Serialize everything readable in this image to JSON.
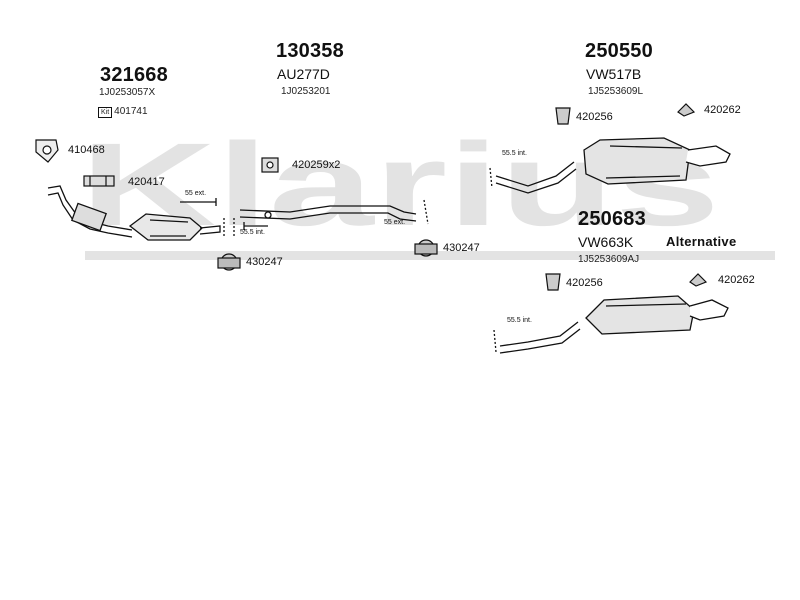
{
  "watermark": {
    "text": "Klarius",
    "color": "#e3e3e3"
  },
  "parts": {
    "front": {
      "number": "321668",
      "oe": "1J0253057X",
      "kit_badge": "Kit",
      "kit_number": "401741"
    },
    "middle": {
      "number": "130358",
      "ref": "AU277D",
      "oe": "1J0253201"
    },
    "rear": {
      "number": "250550",
      "ref": "VW517B",
      "oe": "1J5253609L"
    },
    "rear_alt": {
      "number": "250683",
      "ref": "VW663K",
      "oe": "1J5253609AJ"
    }
  },
  "alternative_label": "Alternative",
  "fittings": {
    "f410468": "410468",
    "f420417": "420417",
    "f420259": "420259x2",
    "f430247_left": "430247",
    "f430247_right": "430247",
    "f420256_top": "420256",
    "f420262_top": "420262",
    "f420256_bottom": "420256",
    "f420262_bottom": "420262"
  },
  "dimension_notes": {
    "ext55_left": "55 ext.",
    "int55_5_left": "55.5 int.",
    "ext55_mid": "55 ext.",
    "int55_5_top": "55.5 int.",
    "int55_5_bottom": "55.5 int."
  },
  "icons": [
    "clamp-icon",
    "hanger-icon",
    "bracket-icon",
    "gasket-icon",
    "mount-icon"
  ]
}
